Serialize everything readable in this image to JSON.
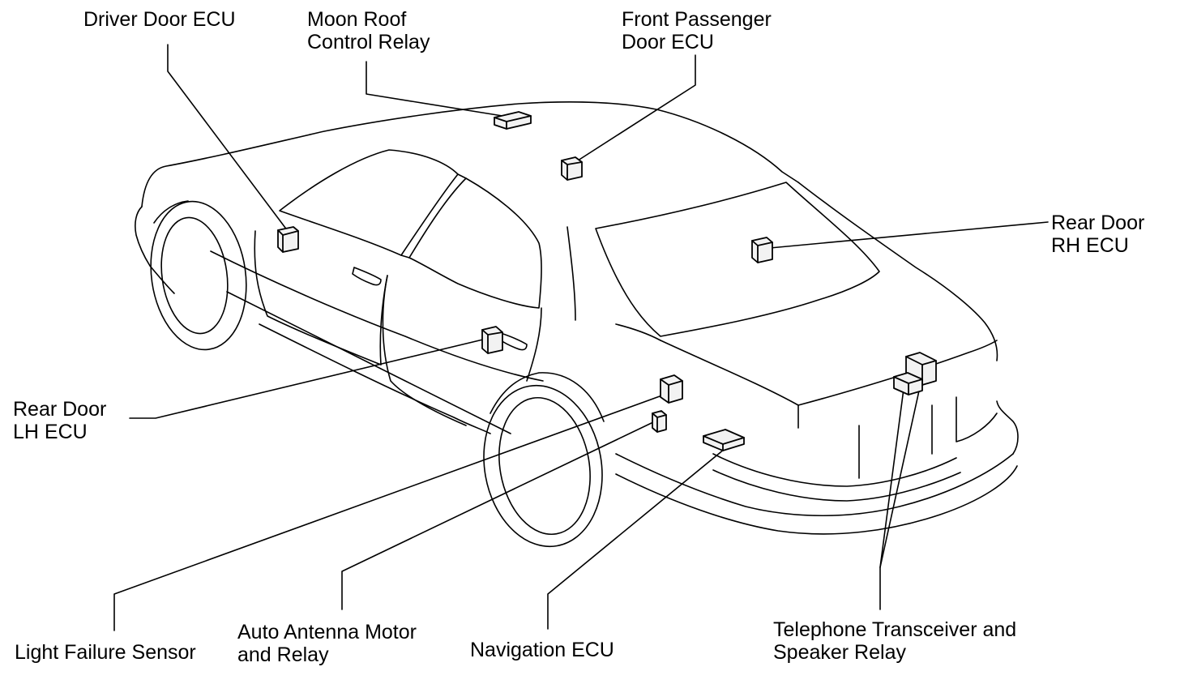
{
  "labels": {
    "driver_door_ecu": [
      "Driver Door ECU"
    ],
    "moon_roof_control_relay": [
      "Moon Roof",
      "Control Relay"
    ],
    "front_passenger_door_ecu": [
      "Front Passenger",
      "Door ECU"
    ],
    "rear_door_rh_ecu": [
      "Rear Door",
      "RH ECU"
    ],
    "rear_door_lh_ecu": [
      "Rear Door",
      "LH ECU"
    ],
    "light_failure_sensor": [
      "Light Failure Sensor"
    ],
    "auto_antenna_motor_relay": [
      "Auto Antenna Motor",
      "and Relay"
    ],
    "navigation_ecu": [
      "Navigation ECU"
    ],
    "telephone_transceiver_speaker_relay": [
      "Telephone Transceiver and",
      "Speaker Relay"
    ]
  },
  "colors": {
    "line": "#000000",
    "background": "#ffffff",
    "component_fill": "#f2f2f2"
  }
}
